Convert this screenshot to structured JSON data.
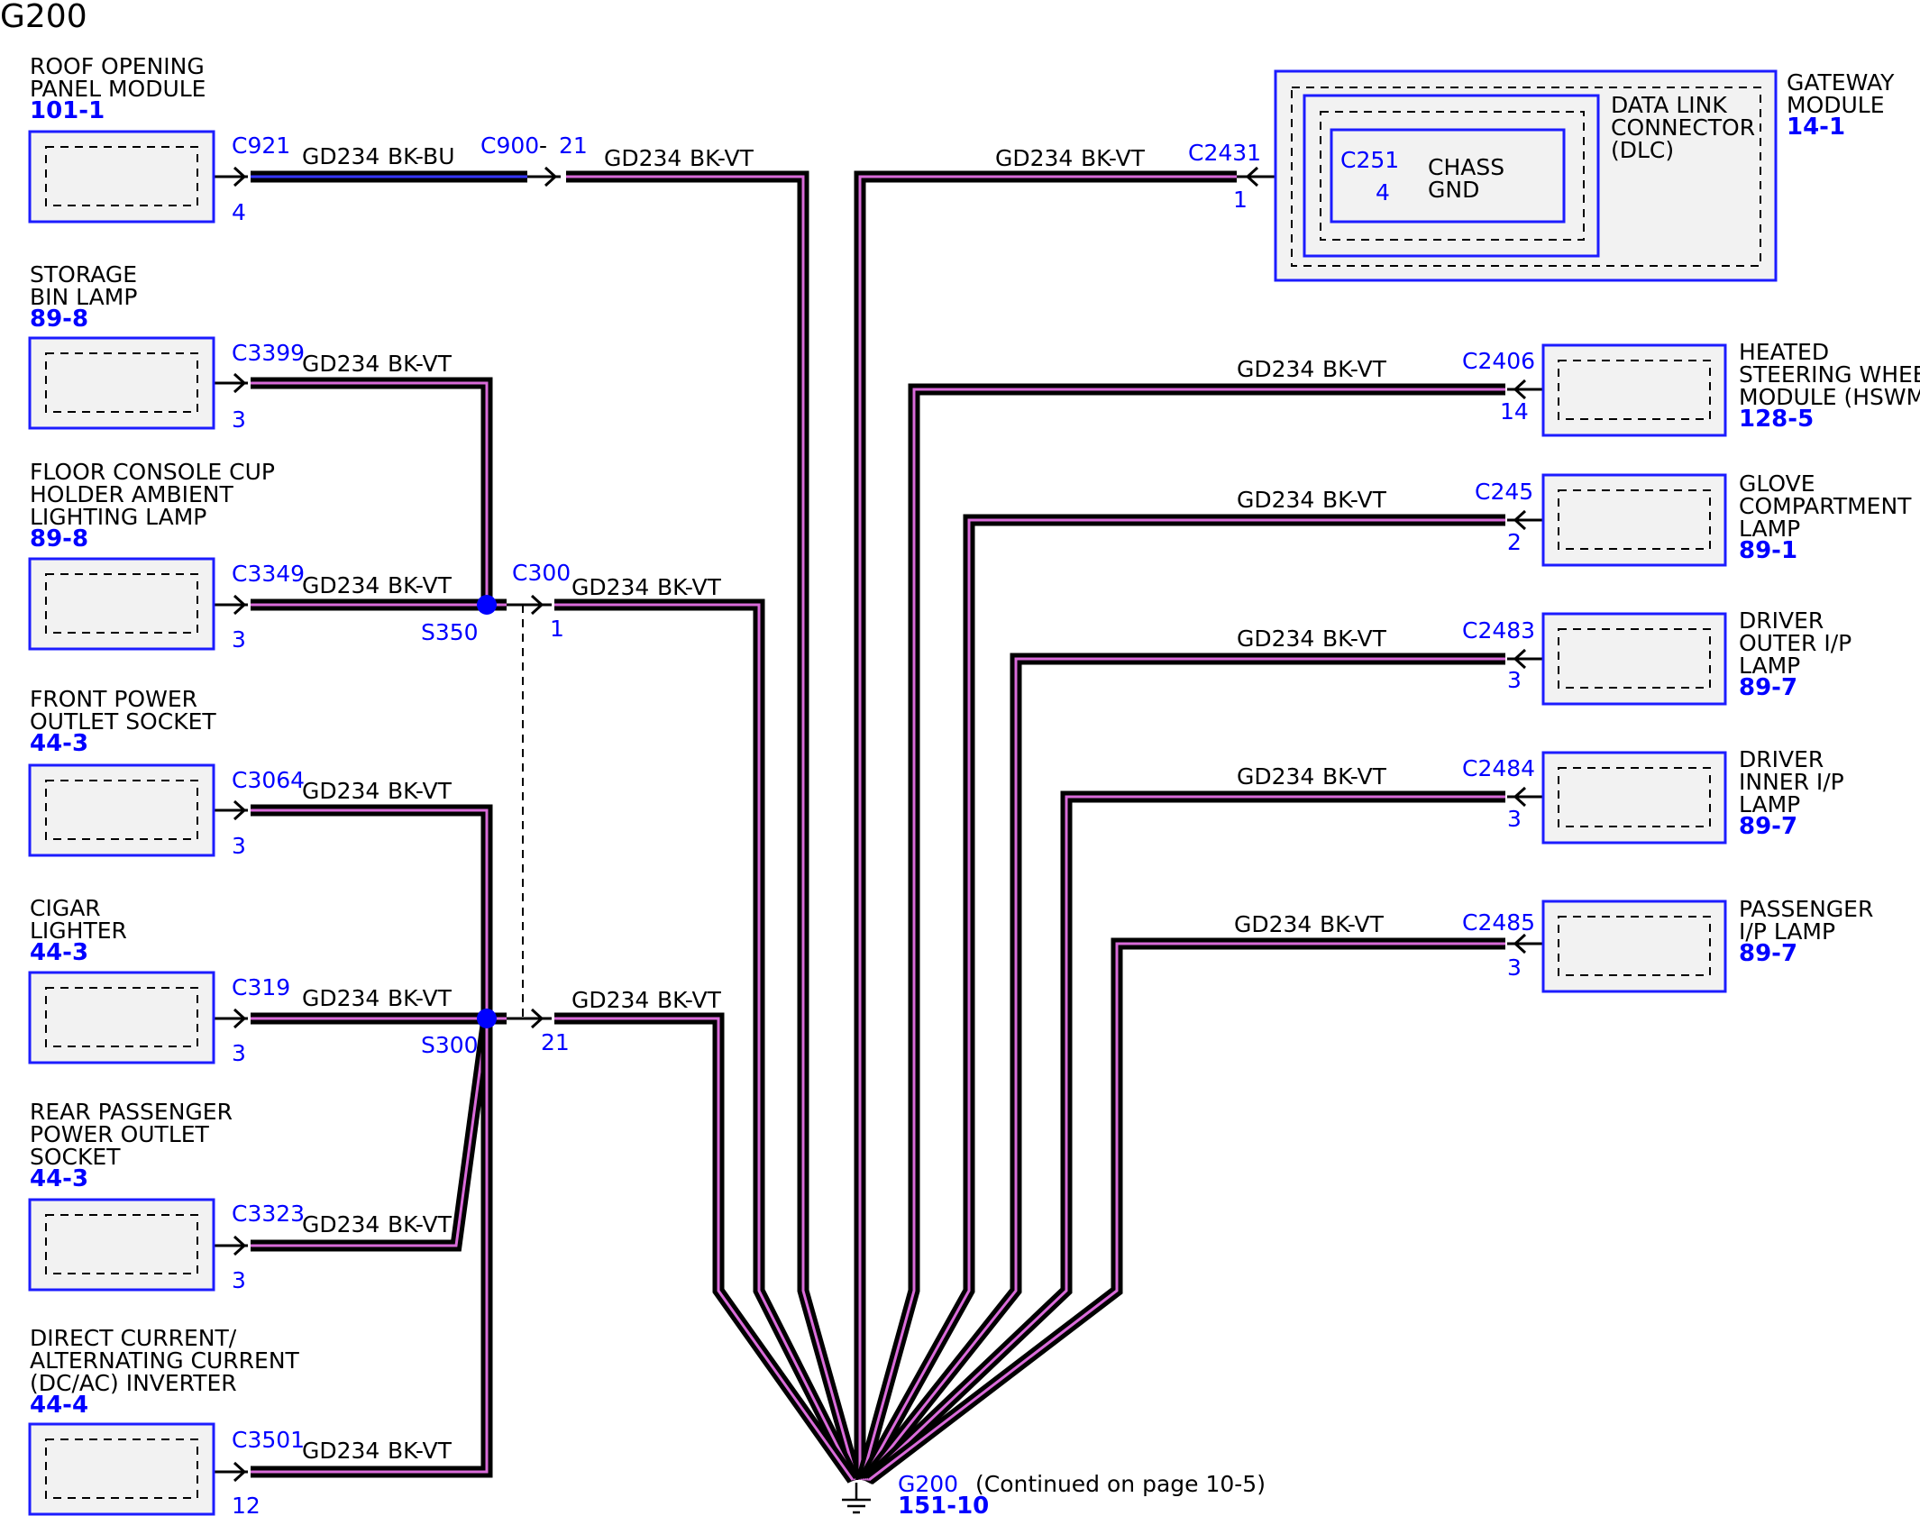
{
  "title": "G200",
  "wire": {
    "circuit": "GD234",
    "color_vt": "BK-VT",
    "color_bu": "BK-BU"
  },
  "components": {
    "roof": {
      "name": [
        "ROOF OPENING",
        "PANEL MODULE"
      ],
      "ref": "101-1",
      "connector": "C921",
      "pin": "4"
    },
    "storage": {
      "name": [
        "STORAGE",
        "BIN LAMP"
      ],
      "ref": "89-8",
      "connector": "C3399",
      "pin": "3"
    },
    "floor": {
      "name": [
        "FLOOR CONSOLE CUP",
        "HOLDER AMBIENT",
        "LIGHTING LAMP"
      ],
      "ref": "89-8",
      "connector": "C3349",
      "pin": "3"
    },
    "front": {
      "name": [
        "FRONT POWER",
        "OUTLET SOCKET"
      ],
      "ref": "44-3",
      "connector": "C3064",
      "pin": "3"
    },
    "cigar": {
      "name": [
        "CIGAR",
        "LIGHTER"
      ],
      "ref": "44-3",
      "connector": "C319",
      "pin": "3"
    },
    "rear": {
      "name": [
        "REAR PASSENGER",
        "POWER OUTLET",
        "SOCKET"
      ],
      "ref": "44-3",
      "connector": "C3323",
      "pin": "3"
    },
    "inverter": {
      "name": [
        "DIRECT CURRENT/",
        "ALTERNATING CURRENT",
        "(DC/AC) INVERTER"
      ],
      "ref": "44-4",
      "connector": "C3501",
      "pin": "12"
    },
    "gateway": {
      "name": [
        "GATEWAY",
        "MODULE"
      ],
      "ref": "14-1",
      "connector": "C2431",
      "pin": "1"
    },
    "dlc": {
      "name": [
        "DATA LINK",
        "CONNECTOR",
        "(DLC)"
      ],
      "connector": "C251",
      "pin": "4",
      "ground": [
        "CHASS",
        "GND"
      ]
    },
    "hswm": {
      "name": [
        "HEATED",
        "STEERING WHEEL",
        "MODULE (HSWM)"
      ],
      "ref": "128-5",
      "connector": "C2406",
      "pin": "14"
    },
    "glove": {
      "name": [
        "GLOVE",
        "COMPARTMENT",
        "LAMP"
      ],
      "ref": "89-1",
      "connector": "C245",
      "pin": "2"
    },
    "outer": {
      "name": [
        "DRIVER",
        "OUTER I/P",
        "LAMP"
      ],
      "ref": "89-7",
      "connector": "C2483",
      "pin": "3"
    },
    "inner": {
      "name": [
        "DRIVER",
        "INNER I/P",
        "LAMP"
      ],
      "ref": "89-7",
      "connector": "C2484",
      "pin": "3"
    },
    "passenger": {
      "name": [
        "PASSENGER",
        "I/P LAMP"
      ],
      "ref": "89-7",
      "connector": "C2485",
      "pin": "3"
    }
  },
  "inline": {
    "c900": {
      "label": "C900",
      "sep": "-",
      "pin": "21"
    },
    "c300": {
      "label": "C300",
      "pin_top": "1",
      "pin_bottom": "21"
    }
  },
  "splices": {
    "s350": "S350",
    "s300": "S300"
  },
  "ground": {
    "label": "G200",
    "note": "(Continued on page 10-5)",
    "ref": "151-10"
  },
  "colors": {
    "box_border": "#1c1cff",
    "box_fill": "#f2f2f2",
    "wire_stripe": "#d96bd9",
    "blue_wire": "#3535ff",
    "label_blue": "#0000ff"
  }
}
